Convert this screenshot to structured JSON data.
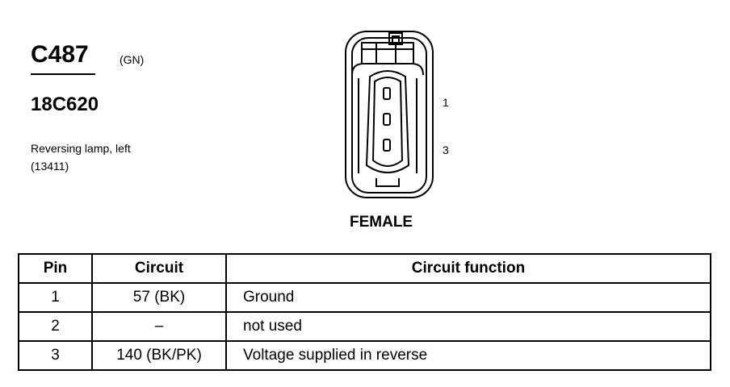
{
  "connector": {
    "id": "C487",
    "color_code": "(GN)",
    "part_number": "18C620",
    "description": "Reversing lamp, left",
    "description_ref": "(13411)"
  },
  "diagram": {
    "gender": "FEMALE",
    "pin_labels": [
      "1",
      "3"
    ]
  },
  "table": {
    "headers": [
      "Pin",
      "Circuit",
      "Circuit function"
    ],
    "rows": [
      {
        "pin": "1",
        "circuit": "57 (BK)",
        "function": "Ground"
      },
      {
        "pin": "2",
        "circuit": "–",
        "function": "not used"
      },
      {
        "pin": "3",
        "circuit": "140 (BK/PK)",
        "function": "Voltage supplied in reverse"
      }
    ]
  }
}
